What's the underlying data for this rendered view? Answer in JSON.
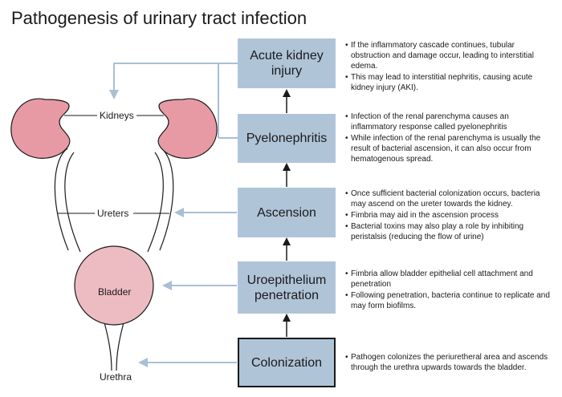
{
  "title": "Pathogenesis of urinary tract infection",
  "stages": [
    {
      "id": "aki",
      "label": "Acute kidney injury"
    },
    {
      "id": "pyelo",
      "label": "Pyelonephritis"
    },
    {
      "id": "ascension",
      "label": "Ascension"
    },
    {
      "id": "uro",
      "label": "Uroepithelium penetration"
    },
    {
      "id": "colonization",
      "label": "Colonization"
    }
  ],
  "anatomy": {
    "kidneys": "Kidneys",
    "ureters": "Ureters",
    "bladder": "Bladder",
    "urethra": "Urethra"
  },
  "notes": {
    "aki": [
      "If the inflammatory cascade continues, tubular obstruction and damage occur, leading to interstitial edema.",
      "This may lead to interstitial nephritis, causing acute kidney injury (AKI)."
    ],
    "pyelo": [
      "Infection of the renal parenchyma causes an inflammatory response called pyelonephritis",
      "While infection of the renal parenchyma is usually the result of bacterial ascension, it can also occur from hematogenous spread."
    ],
    "ascension": [
      "Once sufficient bacterial colonization occurs, bacteria may ascend on the ureter towards the kidney.",
      "Fimbria may aid in the ascension process",
      "Bacterial toxins may also play a role by inhibiting peristalsis (reducing the flow of urine)"
    ],
    "uro": [
      "Fimbria allow bladder epithelial cell attachment and penetration",
      "Following penetration, bacteria continue to replicate and may form biofilms."
    ],
    "colonization": [
      "Pathogen colonizes the periuretheral area and ascends through the urethra upwards towards the bladder."
    ]
  },
  "colors": {
    "stage_fill": "#b0c4d8",
    "arrow_blue": "#a9bfd4",
    "kidney_fill": "#e89aa4",
    "bladder_fill": "#edbcc3",
    "outline": "#1a1a1a"
  }
}
